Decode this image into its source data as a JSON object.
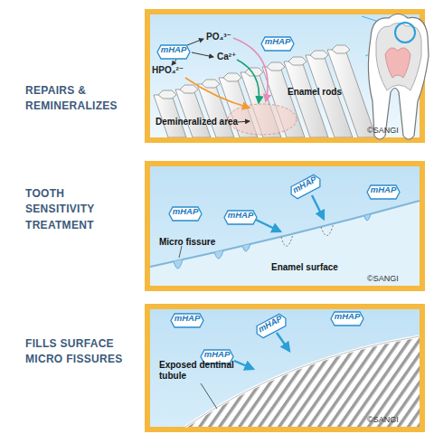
{
  "diagram": {
    "nodes": [
      {
        "text": [
          "REPAIRS & REMINERALIZES"
        ]
      },
      {
        "text": [
          "mHAP"
        ],
        "in": 0
      },
      {
        "text": [
          "mHAP"
        ],
        "in": 0
      },
      {
        "text": [
          "TOOTH SENSITIVITY TREATMENT"
        ]
      },
      {
        "text": [
          "mHAP"
        ],
        "in": 3
      },
      {
        "text": [
          "mHAP"
        ],
        "in": 3
      },
      {
        "text": [
          "mHAP"
        ],
        "in": 3
      },
      {
        "text": [
          "mHAP"
        ],
        "in": 3
      },
      {
        "text": [
          "FILLS SURFACE MICRO FISSURES"
        ]
      },
      {
        "text": [
          "mHAP"
        ],
        "in": 8
      },
      {
        "text": [
          "mHAP"
        ],
        "in": 8
      },
      {
        "text": [
          "mHAP"
        ],
        "in": 8
      },
      {
        "text": [
          "mHAP"
        ],
        "in": 8
      }
    ],
    "labels": [
      "PO₄³⁻",
      "Ca²⁺",
      "HPO₄²⁻",
      "Enamel rods",
      "Demineralized area",
      "©SANGI",
      "Micro fissure",
      "Enamel surface",
      "©SANGI",
      "Exposed dentinal tubule",
      "©SANGI"
    ]
  }
}
